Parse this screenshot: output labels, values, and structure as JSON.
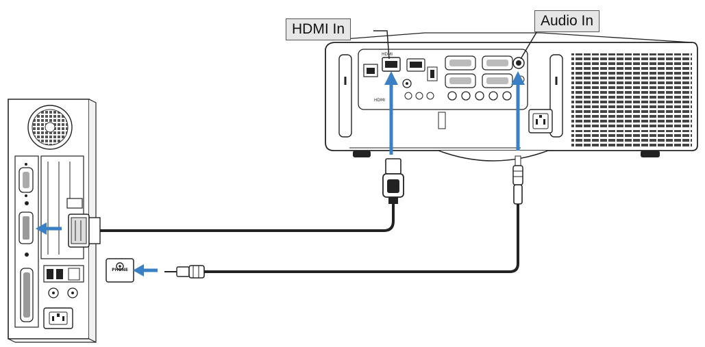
{
  "labels": {
    "hdmi_in": "HDMI In",
    "audio_in": "Audio In",
    "phone": "PHONE"
  },
  "colors": {
    "arrow": "#3b7fc4",
    "cable": "#222222",
    "outline": "#222222",
    "callout_bg": "#e6e6e6"
  }
}
